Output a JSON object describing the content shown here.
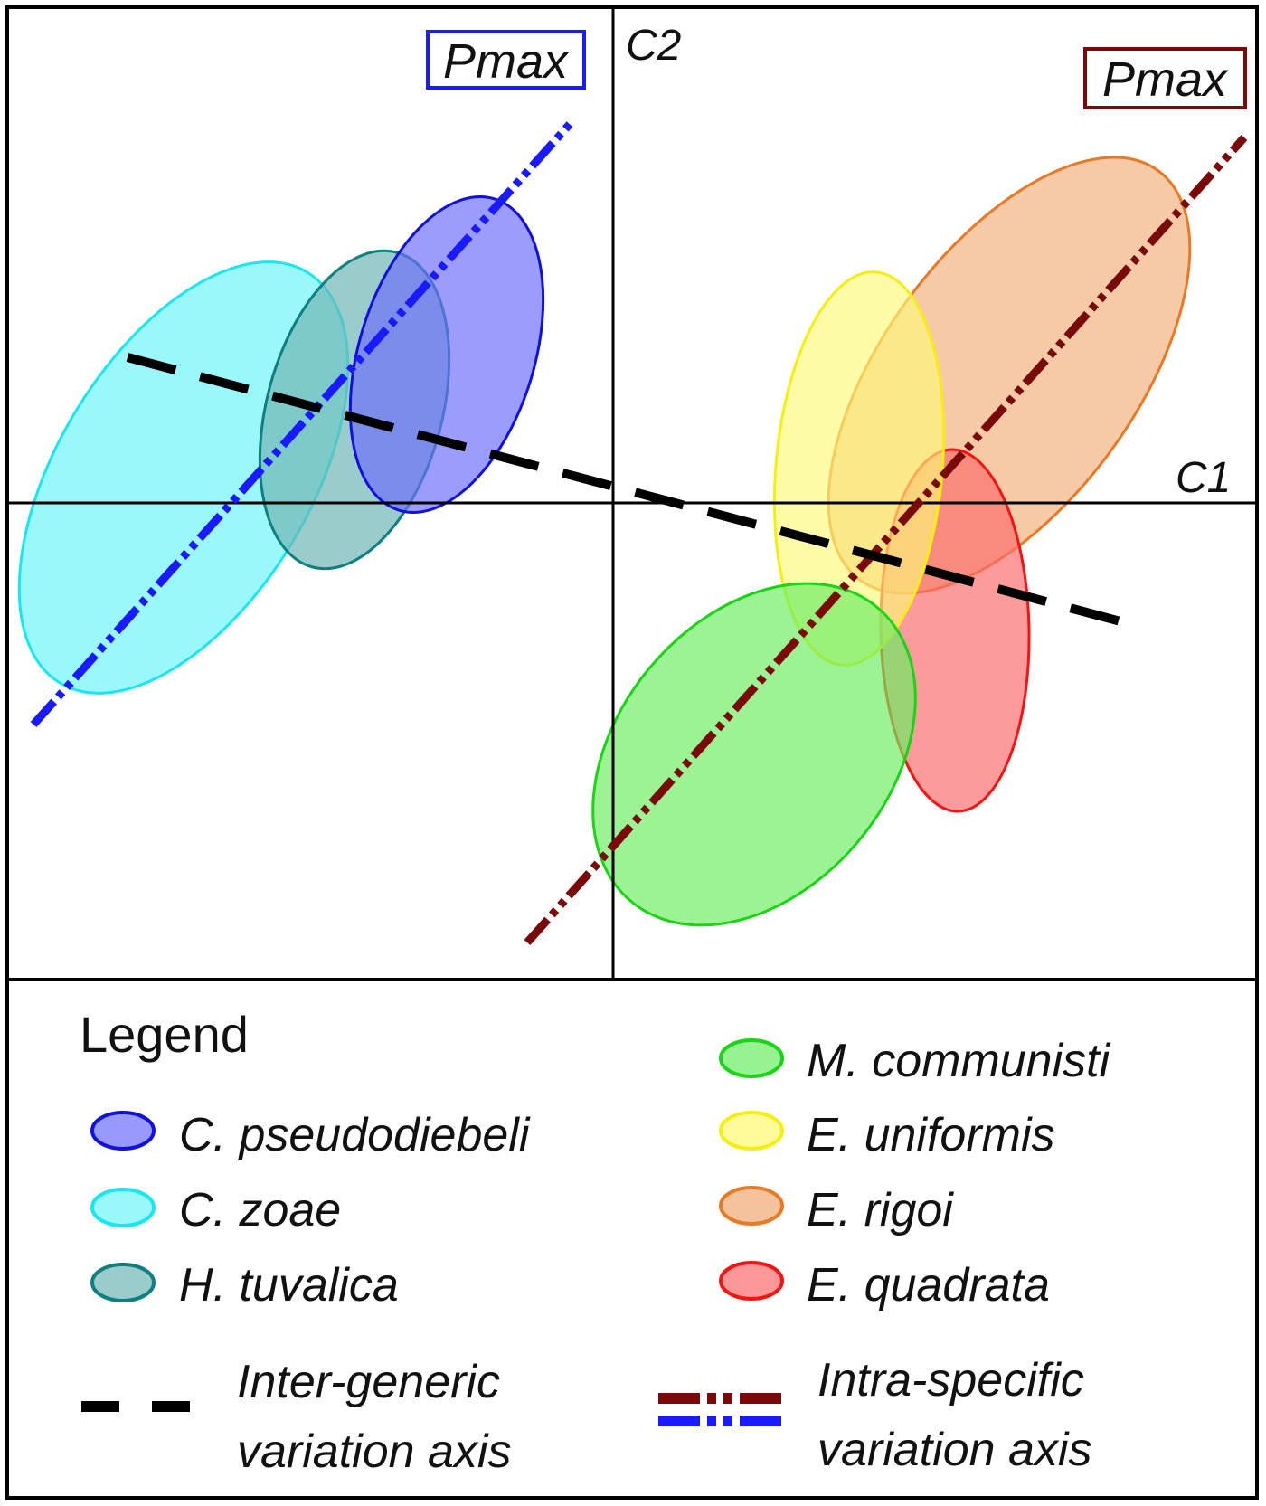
{
  "plot": {
    "axis_c1_label": "C1",
    "axis_c2_label": "C2",
    "pmax_left": {
      "label": "Pmax",
      "box_color": "#1a1aff"
    },
    "pmax_right": {
      "label": "Pmax",
      "box_color": "#7a0a0a"
    }
  },
  "species": [
    {
      "id": "c-pseudodiebeli",
      "name": "C. pseudodiebeli",
      "fill": "#6d6dfb",
      "stroke": "#1111dd"
    },
    {
      "id": "c-zoae",
      "name": "C. zoae",
      "fill": "#6ff5fa",
      "stroke": "#19e6f0"
    },
    {
      "id": "h-tuvalica",
      "name": "H. tuvalica",
      "fill": "#6fb7b5",
      "stroke": "#0f7f80"
    },
    {
      "id": "m-communisti",
      "name": "M. communisti",
      "fill": "#6bee62",
      "stroke": "#1bd416"
    },
    {
      "id": "e-uniformis",
      "name": "E. uniformis",
      "fill": "#fdf97a",
      "stroke": "#f4ef10"
    },
    {
      "id": "e-rigoi",
      "name": "E. rigoi",
      "fill": "#f0a970",
      "stroke": "#e87a26"
    },
    {
      "id": "e-quadrata",
      "name": "E. quadrata",
      "fill": "#fb6b6b",
      "stroke": "#f41414"
    }
  ],
  "axes_legend": {
    "title": "Legend",
    "inter_generic": {
      "line1": "Inter-generic",
      "line2": "variation axis",
      "color": "#000000"
    },
    "intra_specific": {
      "line1": "Intra-specific",
      "line2": "variation axis",
      "color_1": "#7a0a0a",
      "color_2": "#1a1aff"
    }
  }
}
